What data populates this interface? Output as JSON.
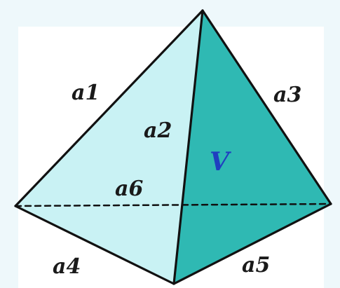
{
  "diagram": {
    "labels": {
      "a1": "a1",
      "a2": "a2",
      "a3": "a3",
      "a4": "a4",
      "a5": "a5",
      "a6": "a6",
      "volume": "V"
    },
    "colors": {
      "background": "#ffffff",
      "left_face": "#c9f2f4",
      "right_face": "#2fb9b3",
      "edge": "#111111",
      "volume_label": "#1f3fc0",
      "backdrop_tint": "#eef8fb"
    }
  }
}
